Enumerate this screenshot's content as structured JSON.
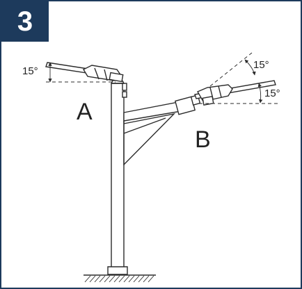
{
  "figure": {
    "step_number": "3",
    "label_a": "A",
    "label_b": "B",
    "angle_a": "15°",
    "angle_b_upper": "15°",
    "angle_b_lower": "15°",
    "border_color": "#1d3a5c",
    "badge_color": "#1d3a5c"
  }
}
